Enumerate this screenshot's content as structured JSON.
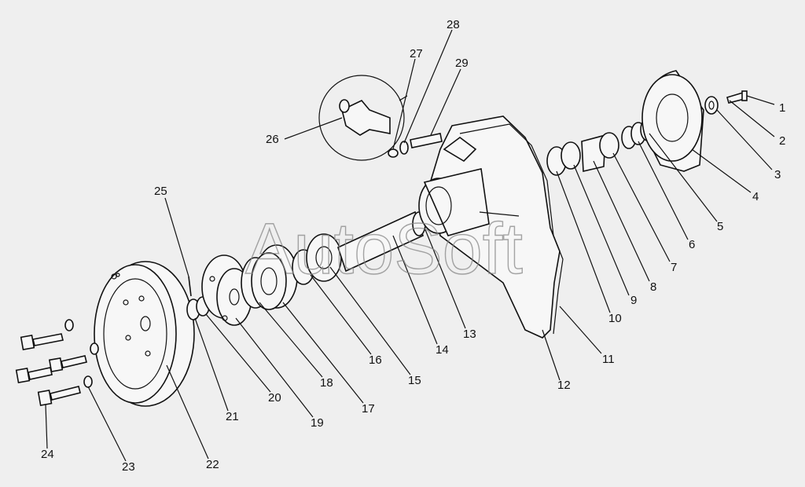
{
  "watermark": "AutoSoft",
  "callouts": [
    "1",
    "2",
    "3",
    "4",
    "5",
    "6",
    "7",
    "8",
    "9",
    "10",
    "11",
    "12",
    "13",
    "14",
    "15",
    "16",
    "17",
    "18",
    "19",
    "20",
    "21",
    "22",
    "23",
    "24",
    "25",
    "26",
    "27",
    "28",
    "29"
  ]
}
